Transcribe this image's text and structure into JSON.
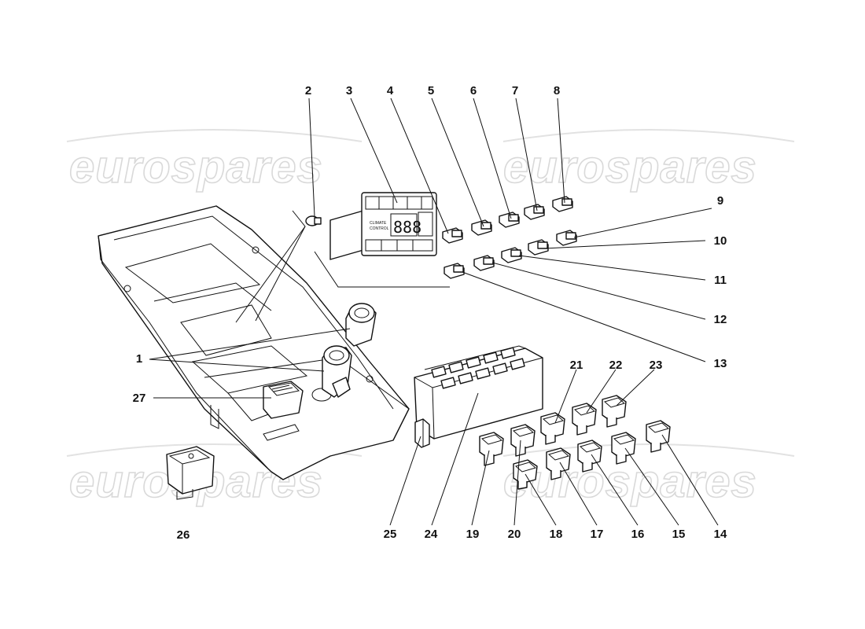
{
  "watermark": {
    "text": "eurospares"
  },
  "climate_panel": {
    "label_line1": "CLIMATE",
    "label_line2": "CONTROL",
    "display_value": "888"
  },
  "callouts": [
    {
      "id": "c1",
      "label": "1"
    },
    {
      "id": "c2",
      "label": "2"
    },
    {
      "id": "c3",
      "label": "3"
    },
    {
      "id": "c4",
      "label": "4"
    },
    {
      "id": "c5",
      "label": "5"
    },
    {
      "id": "c6",
      "label": "6"
    },
    {
      "id": "c7",
      "label": "7"
    },
    {
      "id": "c8",
      "label": "8"
    },
    {
      "id": "c9",
      "label": "9"
    },
    {
      "id": "c10",
      "label": "10"
    },
    {
      "id": "c11",
      "label": "11"
    },
    {
      "id": "c12",
      "label": "12"
    },
    {
      "id": "c13",
      "label": "13"
    },
    {
      "id": "c14",
      "label": "14"
    },
    {
      "id": "c15",
      "label": "15"
    },
    {
      "id": "c16",
      "label": "16"
    },
    {
      "id": "c17",
      "label": "17"
    },
    {
      "id": "c18",
      "label": "18"
    },
    {
      "id": "c19",
      "label": "19"
    },
    {
      "id": "c20",
      "label": "20"
    },
    {
      "id": "c21",
      "label": "21"
    },
    {
      "id": "c22",
      "label": "22"
    },
    {
      "id": "c23",
      "label": "23"
    },
    {
      "id": "c24",
      "label": "24"
    },
    {
      "id": "c25",
      "label": "25"
    },
    {
      "id": "c26",
      "label": "26"
    },
    {
      "id": "c27",
      "label": "27"
    }
  ]
}
